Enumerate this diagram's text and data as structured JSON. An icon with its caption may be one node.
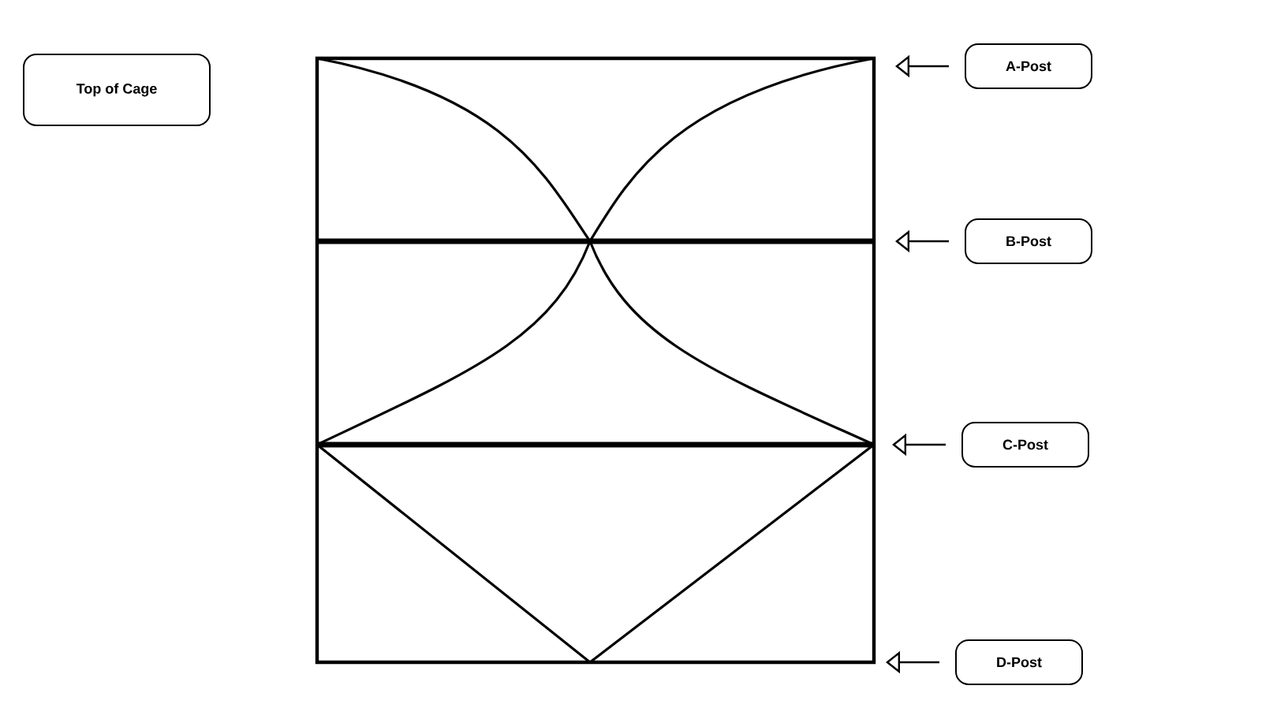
{
  "diagram": {
    "nodes": [
      {
        "text": [
          "Top of Cage"
        ]
      },
      {
        "text": [
          "A-Post"
        ]
      },
      {
        "text": [
          "B-Post"
        ]
      },
      {
        "text": [
          "C-Post"
        ]
      },
      {
        "text": [
          "D-Post"
        ]
      }
    ],
    "edges": [
      {
        "from": 1,
        "to": null,
        "arrow": "to"
      },
      {
        "from": 2,
        "to": null,
        "arrow": "to"
      },
      {
        "from": 3,
        "to": null,
        "arrow": "to"
      },
      {
        "from": 4,
        "to": null,
        "arrow": "to"
      }
    ]
  }
}
